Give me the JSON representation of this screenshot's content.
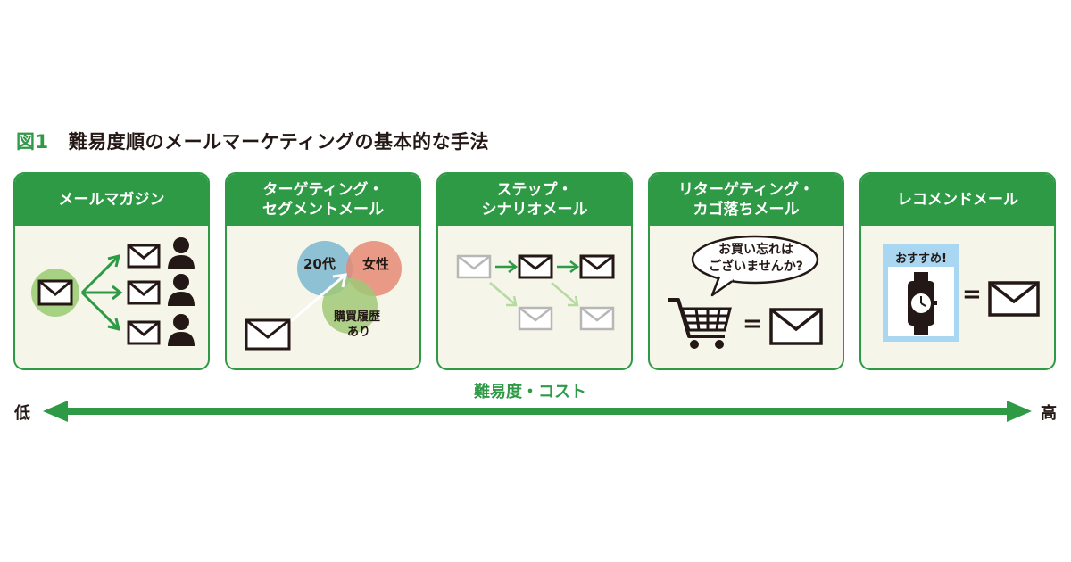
{
  "title": {
    "number": "図1",
    "text": "難易度順のメールマーケティングの基本的な手法"
  },
  "panels": [
    {
      "label_lines": [
        "メールマガジン"
      ]
    },
    {
      "label_lines": [
        "ターゲティング・",
        "セグメントメール"
      ],
      "venn": [
        "20代",
        "女性",
        "購買履歴",
        "あり"
      ]
    },
    {
      "label_lines": [
        "ステップ・",
        "シナリオメール"
      ]
    },
    {
      "label_lines": [
        "リターゲティング・",
        "カゴ落ちメール"
      ],
      "bubble_lines": [
        "お買い忘れは",
        "ございませんか?"
      ],
      "equals": "="
    },
    {
      "label_lines": [
        "レコメンドメール"
      ],
      "recommend_label": "おすすめ!",
      "equals": "="
    }
  ],
  "axis": {
    "label": "難易度・コスト",
    "low": "低",
    "high": "高"
  },
  "colors": {
    "green": "#2e9a46",
    "panel_bg": "#f6f5e9",
    "venn_blue": "#7fc0e3",
    "venn_red": "#ee8f80",
    "venn_green": "#a7d183"
  }
}
